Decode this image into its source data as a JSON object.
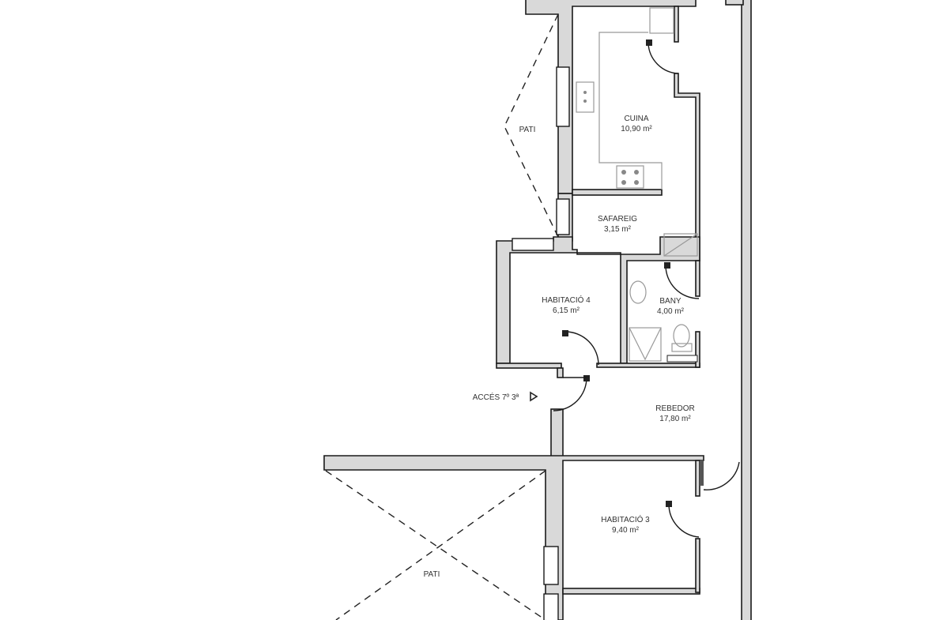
{
  "rooms": [
    {
      "name": "CUINA",
      "area": "10,90 m²"
    },
    {
      "name": "SAFAREIG",
      "area": "3,15 m²"
    },
    {
      "name": "HABITACIÓ 4",
      "area": "6,15 m²"
    },
    {
      "name": "BANY",
      "area": "4,00 m²"
    },
    {
      "name": "REBEDOR",
      "area": "17,80 m²"
    },
    {
      "name": "HABITACIÓ 3",
      "area": "9,40 m²"
    }
  ],
  "patios": [
    "PATI",
    "PATI"
  ],
  "access_label": "ACCÉS 7º 3ª"
}
